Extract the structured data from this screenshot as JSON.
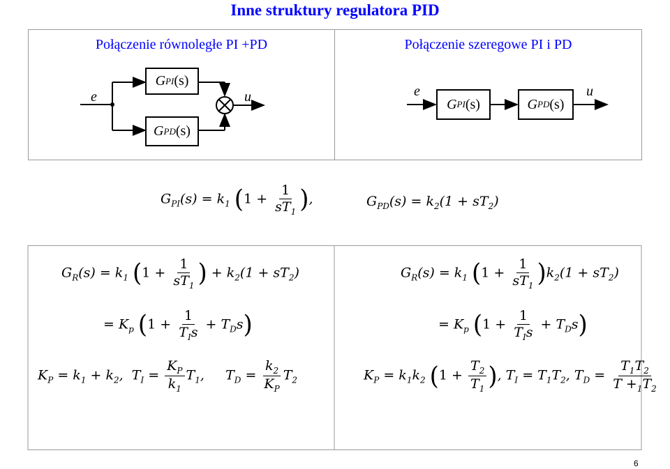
{
  "title": "Inne struktury regulatora PID",
  "left_panel": {
    "heading": "Połączenie równoległe PI +PD",
    "input_label": "e",
    "output_label": "u",
    "block_top": {
      "main": "G",
      "sub": "PI",
      "arg": "(s)"
    },
    "block_bottom": {
      "main": "G",
      "sub": "PD",
      "arg": "(s)"
    }
  },
  "right_panel": {
    "heading": "Połączenie szeregowe PI i PD",
    "input_label": "e",
    "output_label": "u",
    "block_first": {
      "main": "G",
      "sub": "PI",
      "arg": "(s)"
    },
    "block_second": {
      "main": "G",
      "sub": "PD",
      "arg": "(s)"
    }
  },
  "equations": {
    "gpi": {
      "lhs": "G",
      "lhs_sub": "PI",
      "arg": "(s) = k",
      "k_sub": "1",
      "inner": "1 +",
      "num": "1",
      "den": "sT",
      "den_sub": "1",
      "tail": ","
    },
    "gpd": {
      "lhs": "G",
      "lhs_sub": "PD",
      "rhs": "(s) = k",
      "k_sub": "2",
      "tail": "(1 + sT",
      "t_sub": "2",
      "close": ")"
    },
    "parallel": {
      "line1": {
        "lhs": "G",
        "lhs_sub": "R",
        "mid": "(s) = k",
        "k_sub": "1",
        "inner": "1 +",
        "num": "1",
        "den": "sT",
        "den_sub": "1",
        "plus": "+ k",
        "k2_sub": "2",
        "tail": "(1 + sT",
        "t_sub": "2",
        "close": ")"
      },
      "line2": {
        "lead": "= K",
        "k_sub": "p",
        "inner": "1 +",
        "num": "1",
        "den": "T",
        "den_sub": "I",
        "den_s": "s",
        "plus": "+ T",
        "td_sub": "D",
        "s": "s"
      },
      "line3": {
        "kp": "K",
        "kp_sub": "P",
        "eq1": "= k",
        "k1_sub": "1",
        "plus": "+ k",
        "k2_sub": "2",
        "sep1": ",",
        "ti": "T",
        "ti_sub": "I",
        "eq2": "=",
        "num": "K",
        "num_sub": "P",
        "den": "k",
        "den_sub": "1",
        "t1": "T",
        "t1_sub": "1",
        "sep2": ",",
        "td": "T",
        "td_sub": "D",
        "eq3": "=",
        "num2": "k",
        "num2_sub": "2",
        "den2": "K",
        "den2_sub": "P",
        "t2": "T",
        "t2_sub": "2"
      }
    },
    "series": {
      "line1": {
        "lhs": "G",
        "lhs_sub": "R",
        "mid": "(s) = k",
        "k_sub": "1",
        "inner": "1 +",
        "num": "1",
        "den": "sT",
        "den_sub": "1",
        "mult": "k",
        "k2_sub": "2",
        "tail": "(1 + sT",
        "t_sub": "2",
        "close": ")"
      },
      "line2": {
        "lead": "= K",
        "k_sub": "p",
        "inner": "1 +",
        "num": "1",
        "den": "T",
        "den_sub": "I",
        "den_s": "s",
        "plus": "+ T",
        "td_sub": "D",
        "s": "s"
      },
      "line3": {
        "kp": "K",
        "kp_sub": "P",
        "eq1": "= k",
        "k1_sub": "1",
        "k2": "k",
        "k2_sub": "2",
        "inner": "1 +",
        "num": "T",
        "num_sub": "2",
        "den": "T",
        "den_sub": "1",
        "sep1": ", T",
        "ti_sub": "I",
        "eq2": "= T",
        "a_sub": "1",
        "b": "T",
        "b_sub": "2",
        "sep2": ", T",
        "td_sub": "D",
        "eq3": "=",
        "fnum": "T",
        "fnum_sub1": "1",
        "fnum2": "T",
        "fnum_sub2": "2",
        "fden": "T +",
        "fden_sub": "1",
        "fden2": "T",
        "fden_sub2": "2"
      }
    }
  },
  "page_number": "6"
}
